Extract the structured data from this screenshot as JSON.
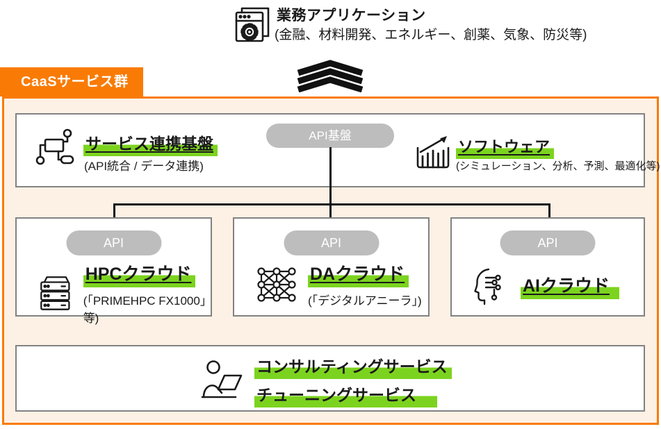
{
  "colors": {
    "orange": "#F97B05",
    "cream": "#FDF1E5",
    "borderGray": "#828282",
    "pillGray": "#BDBDBD",
    "green": "#7CD31F",
    "ink": "#1A1A1A"
  },
  "header": {
    "title": "業務アプリケーション",
    "subtitle": "(金融、材料開発、エネルギー、創薬、気象、防災等)"
  },
  "caas": {
    "label": "CaaSサービス群"
  },
  "platform": {
    "title": "サービス連携基盤",
    "subtitle": "(API統合 / データ連携)",
    "api_hub_label": "API基盤"
  },
  "software": {
    "title": "ソフトウェア",
    "subtitle": "(シミュレーション、分析、予測、最適化等)"
  },
  "clouds": [
    {
      "api_label": "API",
      "title": "HPCクラウド",
      "subtitle": "(「PRIMEHPC FX1000」等)"
    },
    {
      "api_label": "API",
      "title": "DAクラウド",
      "subtitle": "(「デジタルアニーラ」)"
    },
    {
      "api_label": "API",
      "title": "AIクラウド"
    }
  ],
  "services": {
    "line1": "コンサルティングサービス",
    "line2": "チューニングサービス"
  }
}
